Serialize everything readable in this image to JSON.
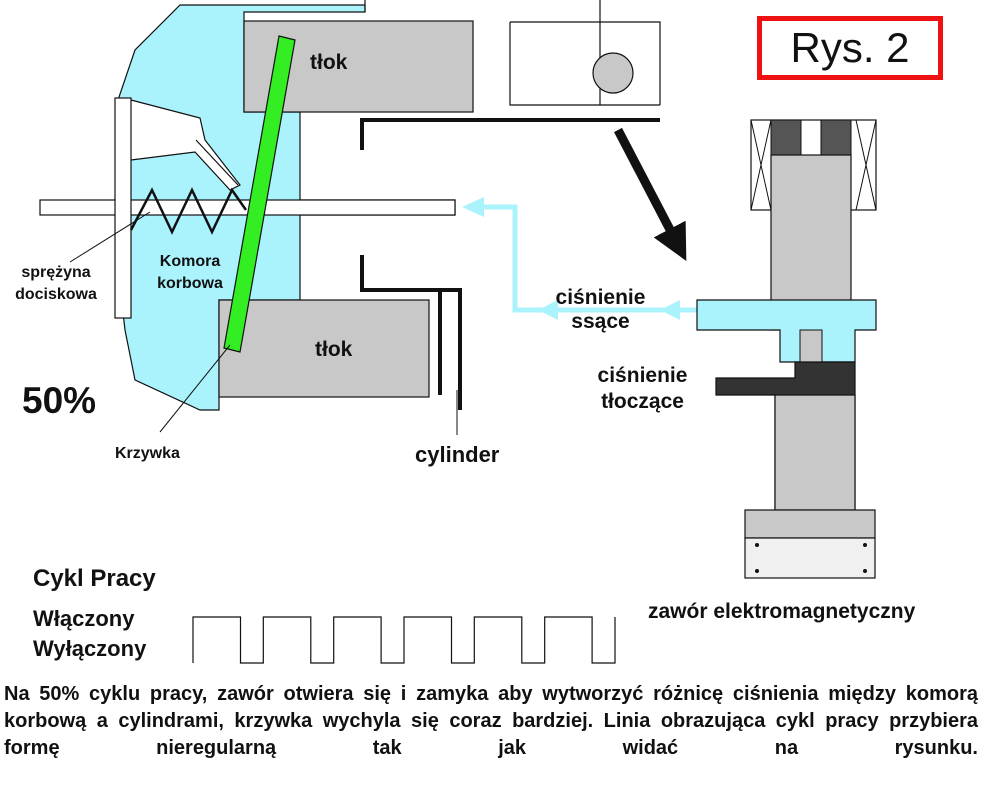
{
  "figure_label": "Rys. 2",
  "labels": {
    "piston_top": "tłok",
    "piston_bottom": "tłok",
    "spring_line1": "sprężyna",
    "spring_line2": "dociskowa",
    "crank_chamber_line1": "Komora",
    "crank_chamber_line2": "korbowa",
    "percent": "50%",
    "cam": "Krzywka",
    "cylinder": "cylinder",
    "suction_line1": "ciśnienie",
    "suction_line2": "ssące",
    "discharge_line1": "ciśnienie",
    "discharge_line2": "tłoczące",
    "valve": "zawór elektromagnetyczny"
  },
  "duty_cycle": {
    "title": "Cykl Pracy",
    "on_label": "Włączony",
    "off_label": "Wyłączony",
    "duty_fraction": 0.5,
    "periods": 6
  },
  "caption": "Na 50% cyklu pracy, zawór otwiera się i zamyka aby wytworzyć różnicę ciśnienia między komorą korbową a cylindrami, krzywka wychyla się coraz bardziej. Linia obrazująca cykl pracy przybiera formę nieregularną tak jak widać na rysunku.",
  "colors": {
    "chamber": "#aaf2fc",
    "piston": "#c8c8c8",
    "swash_plate": "#33ee22",
    "valve_dark": "#333333",
    "frame_red": "#ee1111"
  }
}
